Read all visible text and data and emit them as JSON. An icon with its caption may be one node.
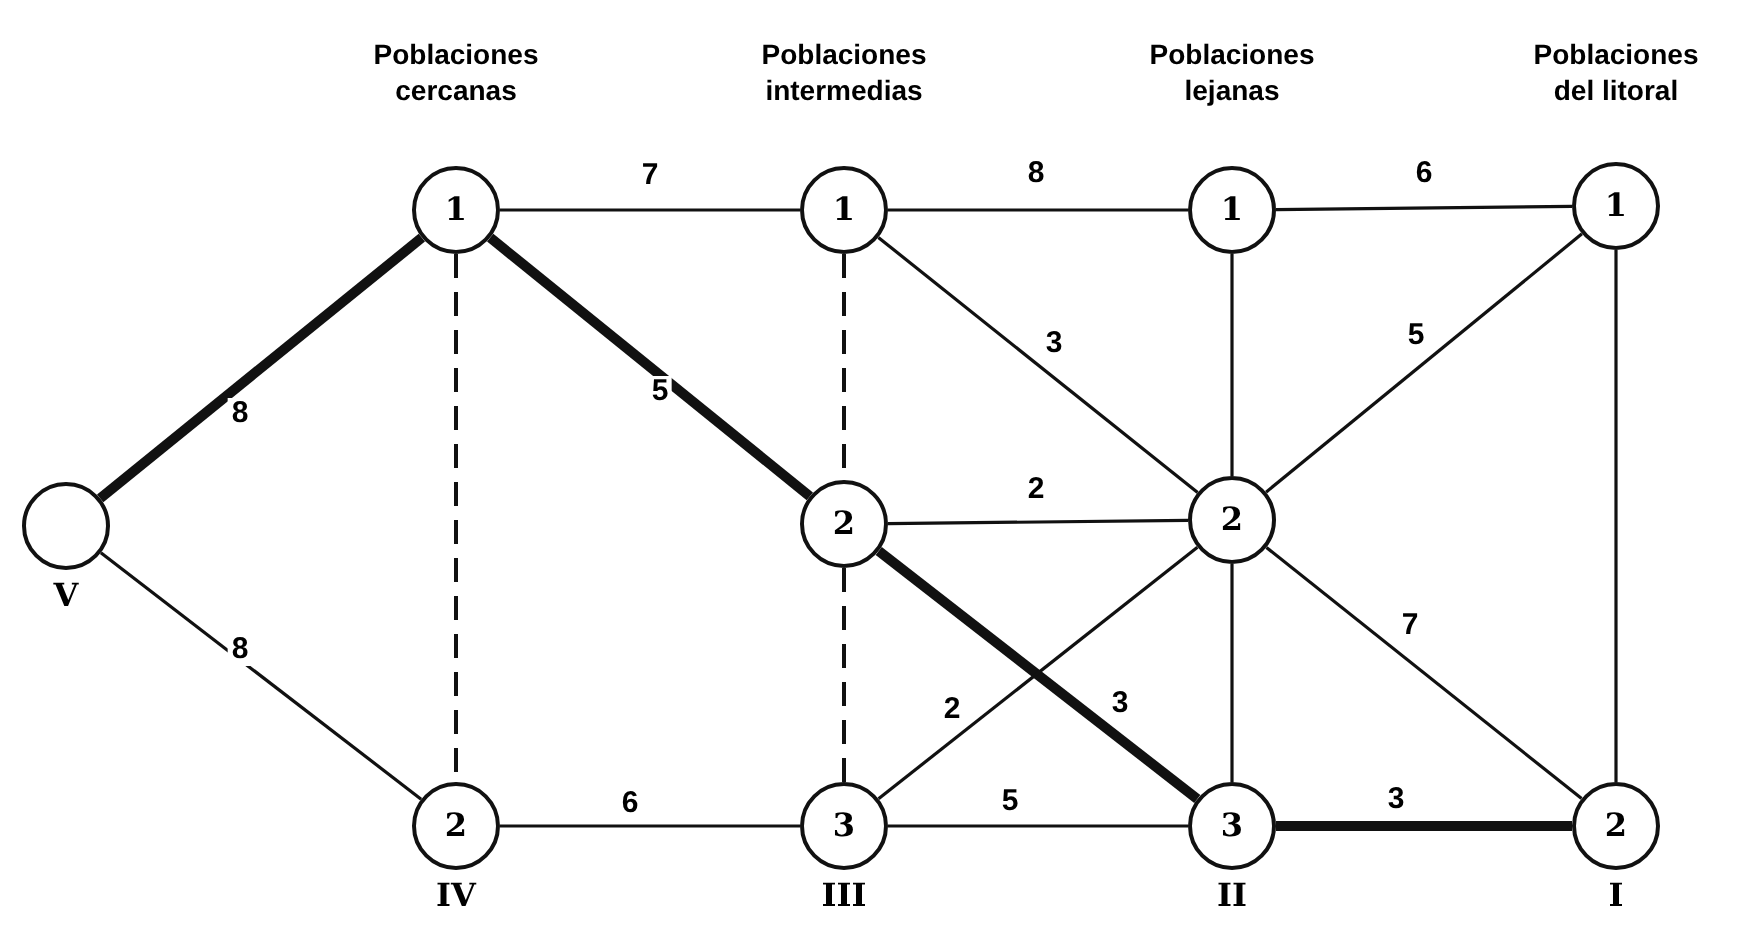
{
  "diagram": {
    "nodes": [
      {
        "text": [],
        "shape": "circle",
        "beside": [
          "V"
        ]
      },
      {
        "text": [
          "1"
        ]
      },
      {
        "text": [
          "2"
        ],
        "beside": [
          "IV"
        ]
      },
      {
        "text": [
          "1"
        ]
      },
      {
        "text": [
          "2"
        ]
      },
      {
        "text": [
          "3"
        ],
        "beside": [
          "III"
        ]
      },
      {
        "text": [
          "1"
        ]
      },
      {
        "text": [
          "2"
        ]
      },
      {
        "text": [
          "3"
        ],
        "beside": [
          "II"
        ]
      },
      {
        "text": [
          "1"
        ]
      },
      {
        "text": [
          "2"
        ],
        "beside": [
          "I"
        ]
      }
    ],
    "edges": [
      {
        "from": 0,
        "to": 1,
        "arrow": "none",
        "label": "8",
        "style": "thick"
      },
      {
        "from": 0,
        "to": 2,
        "arrow": "none",
        "label": "8"
      },
      {
        "from": 1,
        "to": 3,
        "arrow": "none",
        "label": "7"
      },
      {
        "from": 1,
        "to": 2,
        "arrow": "none",
        "style": "dashed"
      },
      {
        "from": 1,
        "to": 4,
        "arrow": "none",
        "label": "5",
        "style": "thick"
      },
      {
        "from": 3,
        "to": 6,
        "arrow": "none",
        "label": "8"
      },
      {
        "from": 3,
        "to": 4,
        "arrow": "none",
        "style": "dashed"
      },
      {
        "from": 3,
        "to": 7,
        "arrow": "none",
        "label": "3"
      },
      {
        "from": 6,
        "to": 9,
        "arrow": "none",
        "label": "6"
      },
      {
        "from": 6,
        "to": 7,
        "arrow": "none"
      },
      {
        "from": 9,
        "to": 7,
        "arrow": "none",
        "label": "5"
      },
      {
        "from": 9,
        "to": 10,
        "arrow": "none"
      },
      {
        "from": 4,
        "to": 7,
        "arrow": "none",
        "label": "2"
      },
      {
        "from": 4,
        "to": 5,
        "arrow": "none",
        "style": "dashed"
      },
      {
        "from": 4,
        "to": 8,
        "arrow": "none",
        "label": "3",
        "style": "thick"
      },
      {
        "from": 7,
        "to": 5,
        "arrow": "none",
        "label": "2"
      },
      {
        "from": 7,
        "to": 8,
        "arrow": "none"
      },
      {
        "from": 7,
        "to": 10,
        "arrow": "none",
        "label": "7"
      },
      {
        "from": 2,
        "to": 5,
        "arrow": "none",
        "label": "6"
      },
      {
        "from": 5,
        "to": 8,
        "arrow": "none",
        "label": "5"
      },
      {
        "from": 8,
        "to": 10,
        "arrow": "none",
        "label": "3",
        "style": "thick"
      }
    ],
    "labels": [
      "Poblaciones cercanas",
      "Poblaciones intermedias",
      "Poblaciones lejanas",
      "Poblaciones del litoral"
    ]
  }
}
